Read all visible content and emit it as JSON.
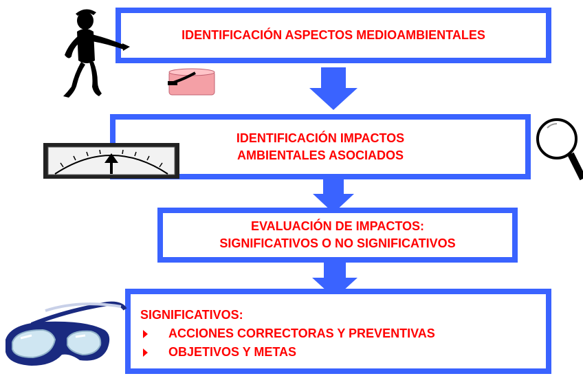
{
  "steps": [
    {
      "lines": [
        "IDENTIFICACIÓN ASPECTOS MEDIOAMBIENTALES"
      ]
    },
    {
      "lines": [
        "IDENTIFICACIÓN IMPACTOS",
        "AMBIENTALES ASOCIADOS"
      ]
    },
    {
      "lines": [
        "EVALUACIÓN DE IMPACTOS:",
        "SIGNIFICATIVOS O NO SIGNIFICATIVOS"
      ]
    },
    {
      "heading": "SIGNIFICATIVOS:",
      "bullets": [
        "ACCIONES CORRECTORAS Y PREVENTIVAS",
        "OBJETIVOS Y METAS"
      ]
    }
  ],
  "colors": {
    "box_border": "#3a63ff",
    "arrow": "#3a63ff",
    "text": "#ff0000"
  },
  "illustrations": [
    "pointing-figure-icon",
    "paint-can-icon",
    "gauge-meter-icon",
    "magnifying-glass-icon",
    "safety-goggles-icon"
  ]
}
